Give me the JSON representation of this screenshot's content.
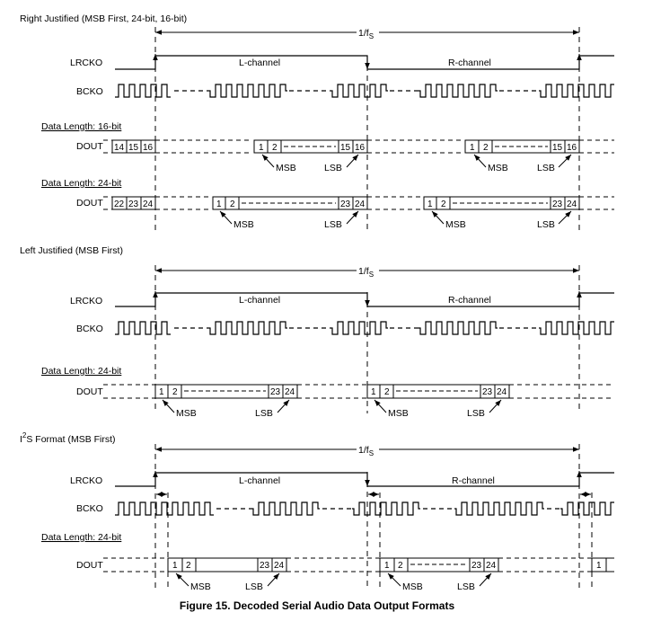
{
  "figure_caption": "Figure 15.  Decoded Serial Audio Data Output Formats",
  "signal_labels": {
    "lrcko": "LRCKO",
    "bcko": "BCKO",
    "dout": "DOUT"
  },
  "period": {
    "prefix": "1/f",
    "sub": "S"
  },
  "channels": {
    "left": "L-channel",
    "right": "R-channel"
  },
  "markers": {
    "msb": "MSB",
    "lsb": "LSB"
  },
  "sections": {
    "right_justified": {
      "title": "Right Justified (MSB First, 24-bit, 16-bit)",
      "data_16": {
        "label": "Data Length: 16-bit",
        "tail_bits": [
          "14",
          "15",
          "16"
        ],
        "head_bits": [
          "1",
          "2"
        ],
        "end_bits": [
          "15",
          "16"
        ]
      },
      "data_24": {
        "label": "Data Length: 24-bit",
        "tail_bits": [
          "22",
          "23",
          "24"
        ],
        "head_bits": [
          "1",
          "2"
        ],
        "end_bits": [
          "23",
          "24"
        ]
      }
    },
    "left_justified": {
      "title": "Left Justified (MSB First)",
      "data_24": {
        "label": "Data Length: 24-bit",
        "head_bits": [
          "1",
          "2"
        ],
        "end_bits": [
          "23",
          "24"
        ]
      }
    },
    "i2s": {
      "title_prefix": "I",
      "title_sup": "2",
      "title_rest": "S Format (MSB First)",
      "data_24": {
        "label": "Data Length: 24-bit",
        "head_bits": [
          "1",
          "2"
        ],
        "end_bits": [
          "23",
          "24"
        ],
        "next_bit": "1"
      }
    }
  }
}
